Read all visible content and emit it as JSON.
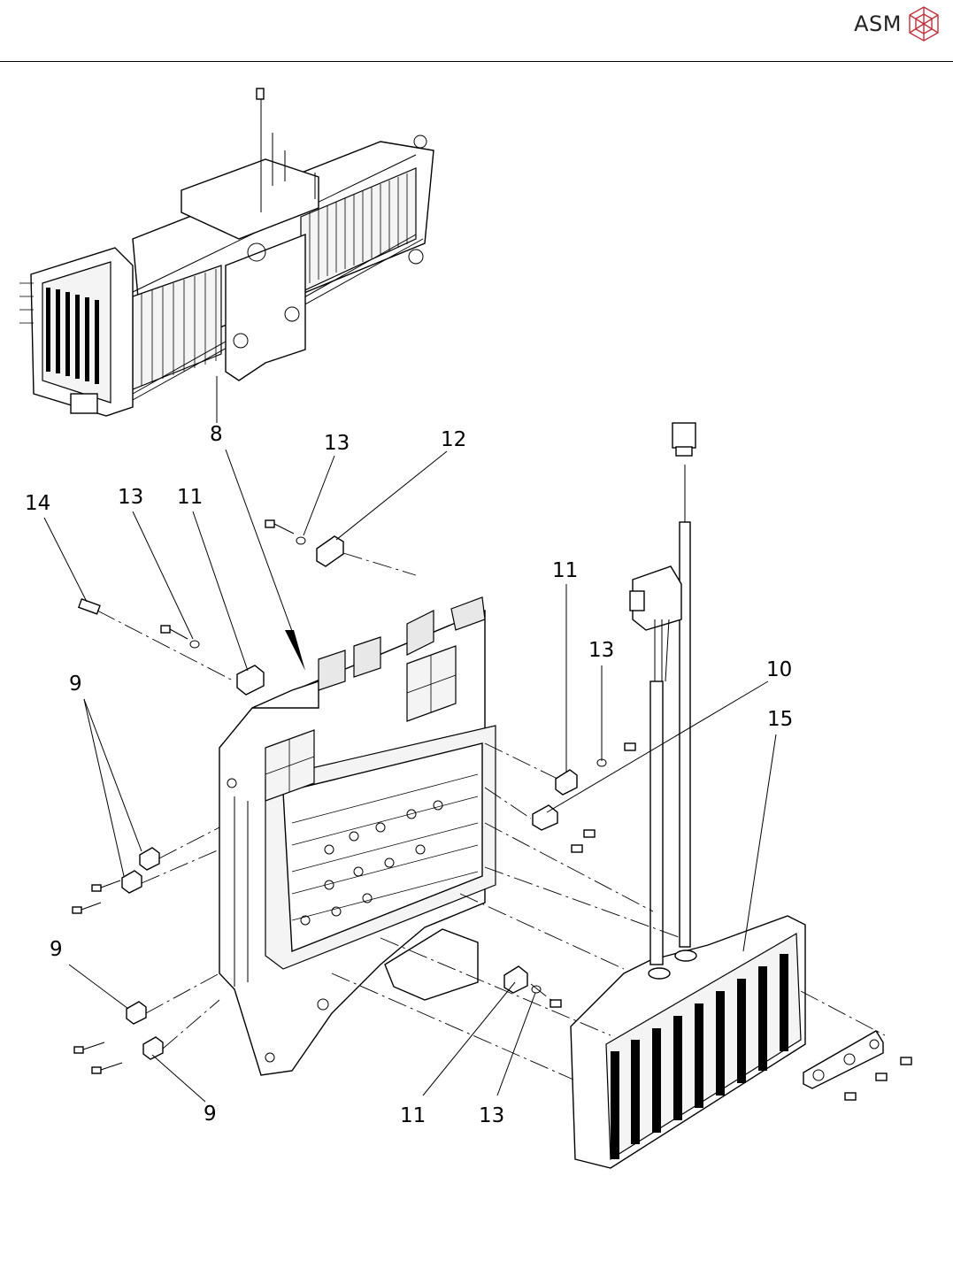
{
  "header": {
    "brand": "ASM",
    "logo_icon": "asm-cube-logo-icon",
    "accent": "#c0303a"
  },
  "diagram": {
    "callouts": {
      "c8": "8",
      "c9a": "9",
      "c9b": "9",
      "c9c": "9",
      "c10": "10",
      "c11a": "11",
      "c11b": "11",
      "c11c": "11",
      "c12": "12",
      "c13a": "13",
      "c13b": "13",
      "c13c": "13",
      "c13d": "13",
      "c14": "14",
      "c15": "15"
    }
  }
}
